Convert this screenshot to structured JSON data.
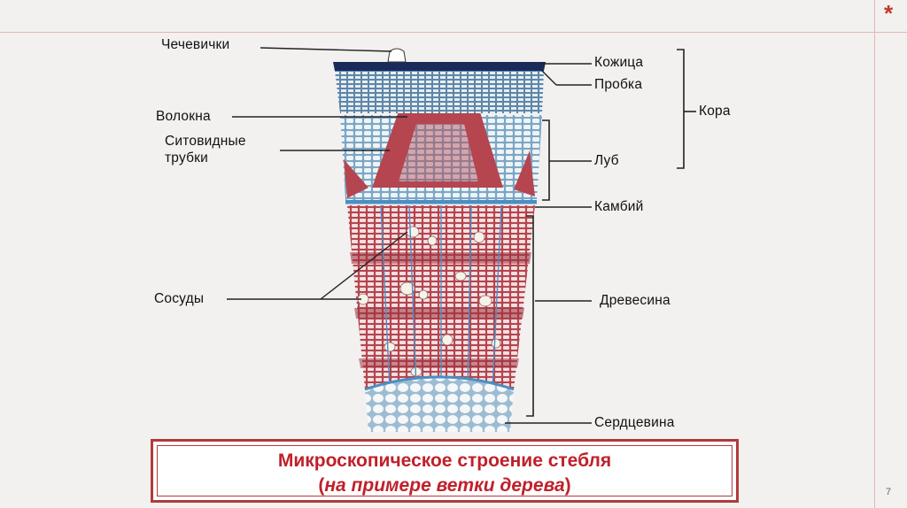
{
  "slide": {
    "corner_mark": "*",
    "page_number": "7"
  },
  "labels": {
    "lenticels": "Чечевички",
    "fibers": "Волокна",
    "sieve_tubes_1": "Ситовидные",
    "sieve_tubes_2": "трубки",
    "vessels": "Сосуды",
    "epidermis": "Кожица",
    "cork": "Пробка",
    "bark": "Кора",
    "phloem": "Луб",
    "cambium": "Камбий",
    "wood": "Древесина",
    "pith": "Сердцевина"
  },
  "caption": {
    "line1": "Микроскопическое строение стебля",
    "line2_open": "(",
    "line2_italic": "на примере ветки дерева",
    "line2_close": ")"
  },
  "colors": {
    "accent": "#c0202a",
    "wood_red": "#b5454f",
    "cambium_blue": "#4a8fc4",
    "epidermis_dark": "#1a2a5a"
  }
}
